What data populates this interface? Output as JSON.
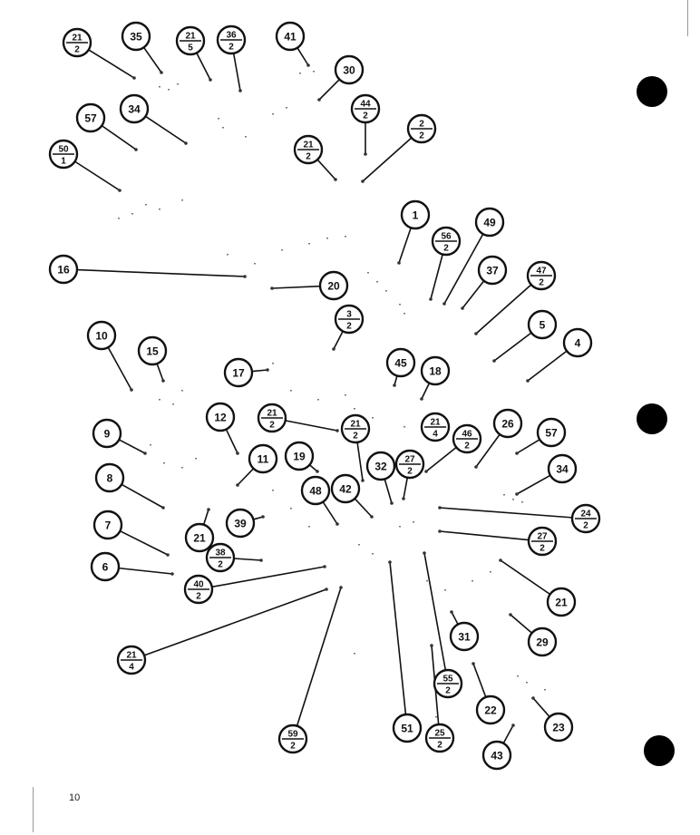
{
  "page_number": "10",
  "colors": {
    "ink": "#111111",
    "paper": "#ffffff"
  },
  "callouts": [
    {
      "id": "c01",
      "num": "21",
      "den": "2"
    },
    {
      "id": "c02",
      "num": "35"
    },
    {
      "id": "c03",
      "num": "21",
      "den": "5"
    },
    {
      "id": "c04",
      "num": "36",
      "den": "2"
    },
    {
      "id": "c05",
      "num": "41"
    },
    {
      "id": "c06",
      "num": "30"
    },
    {
      "id": "c07",
      "num": "34"
    },
    {
      "id": "c08",
      "num": "57"
    },
    {
      "id": "c09",
      "num": "44",
      "den": "2"
    },
    {
      "id": "c10",
      "num": "2",
      "den": "2"
    },
    {
      "id": "c11",
      "num": "21",
      "den": "2"
    },
    {
      "id": "c12",
      "num": "50",
      "den": "1"
    },
    {
      "id": "c13",
      "num": "1"
    },
    {
      "id": "c14",
      "num": "56",
      "den": "2"
    },
    {
      "id": "c15",
      "num": "49"
    },
    {
      "id": "c16",
      "num": "37"
    },
    {
      "id": "c17",
      "num": "47",
      "den": "2"
    },
    {
      "id": "c18",
      "num": "16"
    },
    {
      "id": "c19",
      "num": "20"
    },
    {
      "id": "c20",
      "num": "3",
      "den": "2"
    },
    {
      "id": "c21",
      "num": "5"
    },
    {
      "id": "c22",
      "num": "4"
    },
    {
      "id": "c23",
      "num": "10"
    },
    {
      "id": "c24",
      "num": "15"
    },
    {
      "id": "c25",
      "num": "17"
    },
    {
      "id": "c26",
      "num": "45"
    },
    {
      "id": "c27",
      "num": "18"
    },
    {
      "id": "c28",
      "num": "12"
    },
    {
      "id": "c29",
      "num": "21",
      "den": "2"
    },
    {
      "id": "c30",
      "num": "21",
      "den": "2"
    },
    {
      "id": "c31",
      "num": "21",
      "den": "4"
    },
    {
      "id": "c32",
      "num": "26"
    },
    {
      "id": "c33",
      "num": "57"
    },
    {
      "id": "c34",
      "num": "9"
    },
    {
      "id": "c35",
      "num": "46",
      "den": "2"
    },
    {
      "id": "c36",
      "num": "11"
    },
    {
      "id": "c37",
      "num": "19"
    },
    {
      "id": "c38",
      "num": "32"
    },
    {
      "id": "c39",
      "num": "27",
      "den": "2"
    },
    {
      "id": "c40",
      "num": "34"
    },
    {
      "id": "c41",
      "num": "8"
    },
    {
      "id": "c42",
      "num": "48"
    },
    {
      "id": "c43",
      "num": "42"
    },
    {
      "id": "c44",
      "num": "24",
      "den": "2"
    },
    {
      "id": "c45",
      "num": "7"
    },
    {
      "id": "c46",
      "num": "21"
    },
    {
      "id": "c47",
      "num": "39"
    },
    {
      "id": "c48",
      "num": "27",
      "den": "2"
    },
    {
      "id": "c49",
      "num": "38",
      "den": "2"
    },
    {
      "id": "c50",
      "num": "6"
    },
    {
      "id": "c51",
      "num": "40",
      "den": "2"
    },
    {
      "id": "c52",
      "num": "21"
    },
    {
      "id": "c53",
      "num": "31"
    },
    {
      "id": "c54",
      "num": "29"
    },
    {
      "id": "c55",
      "num": "21",
      "den": "4"
    },
    {
      "id": "c56",
      "num": "55",
      "den": "2"
    },
    {
      "id": "c57",
      "num": "22"
    },
    {
      "id": "c58",
      "num": "23"
    },
    {
      "id": "c59",
      "num": "59",
      "den": "2"
    },
    {
      "id": "c60",
      "num": "51"
    },
    {
      "id": "c61",
      "num": "25",
      "den": "2"
    },
    {
      "id": "c62",
      "num": "43"
    }
  ]
}
